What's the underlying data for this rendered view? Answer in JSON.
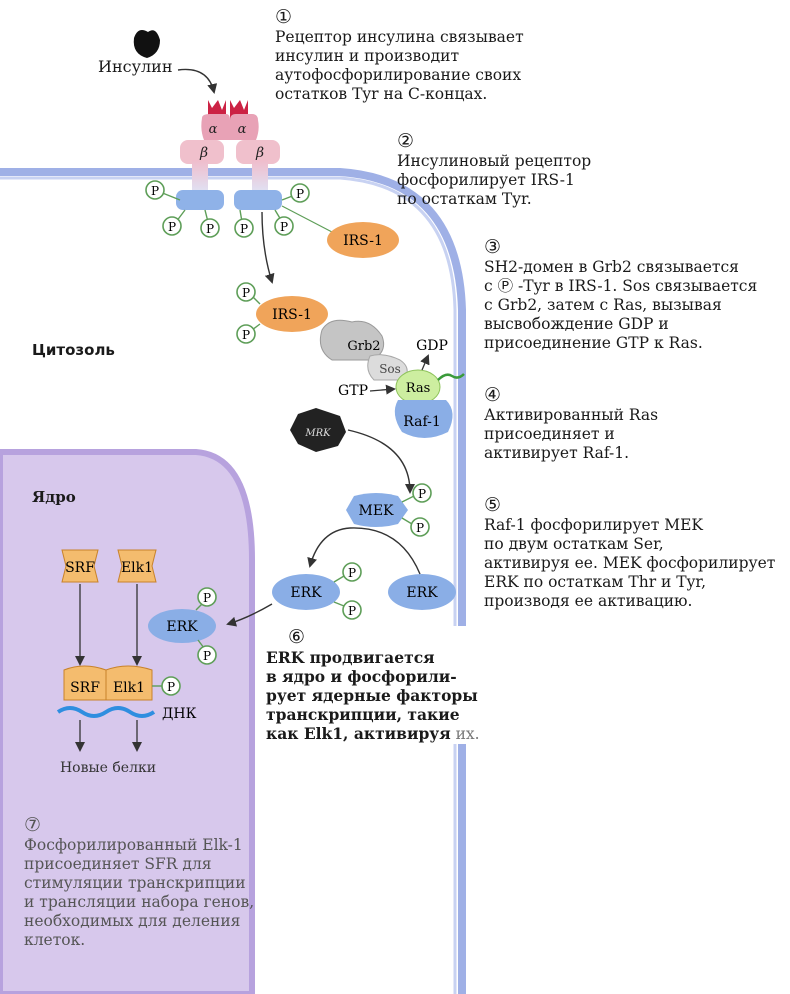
{
  "colors": {
    "cytosol_membrane": "#9fb0e6",
    "nucleus_fill": "#d7c8ec",
    "nucleus_membrane": "#b7a2de",
    "receptor_alpha": "#e8a2b6",
    "receptor_beta": "#f0c0cc",
    "receptor_domain": "#8fb2e8",
    "irs1": "#f0a45a",
    "grb2": "#c5c5c5",
    "sos": "#dcdcdc",
    "ras": "#cdeea0",
    "kinase_blue": "#8aaee6",
    "phosphate_fill": "#ffffff",
    "phosphate_stroke": "#5e9e58",
    "transcription_factor": "#f4bc6e",
    "dna": "#2f8ee0",
    "insulin": "#111111",
    "hormone_tag": "#222222"
  },
  "labels": {
    "insulin": "Инсулин",
    "alpha": "α",
    "beta": "β",
    "phosphate": "P",
    "irs1": "IRS-1",
    "grb2": "Grb2",
    "sos": "Sos",
    "ras": "Ras",
    "gdp": "GDP",
    "gtp": "GTP",
    "raf1": "Raf-1",
    "mek": "MEK",
    "erk": "ERK",
    "srf": "SRF",
    "elk1": "Elk1",
    "dna": "ДНК",
    "new_proteins": "Новые белки",
    "cytosol": "Цитозоль",
    "nucleus": "Ядро",
    "hormone_tag": "MRK"
  },
  "steps": [
    {
      "number": "①",
      "text": "Рецептор инсулина связывает\nинсулин и производит\nаутофосфорилирование своих\nостатков Tyr на С-концах."
    },
    {
      "number": "②",
      "text": "Инсулиновый рецептор\nфосфорилирует IRS-1\nпо остаткам Tyr."
    },
    {
      "number": "③",
      "text": "SH2-домен в Grb2 связывается\nс Ⓟ -Tyr в IRS-1. Sos связывается\nс Grb2, затем с Ras, вызывая\nвысвобождение GDP и\nприсоединение GTP к Ras."
    },
    {
      "number": "④",
      "text": "Активированный Ras\nприсоединяет и\nактивирует Raf-1."
    },
    {
      "number": "⑤",
      "text": "Raf-1 фосфорилирует MEK\nпо двум остаткам Ser,\nактивируя ее. MEK фосфорилирует\nERK по остаткам Thr и Tyr,\nпроизводя ее активацию."
    },
    {
      "number": "⑥",
      "text": "ERK продвигается\nв ядро и фосфорили-\nрует ядерные факторы\nтранскрипции, такие\nкак Elk1, активируя",
      "tail": " их."
    },
    {
      "number": "⑦",
      "text": "Фосфорилированный Elk-1\nприсоединяет SFR для\nстимуляции транскрипции\nи трансляции набора генов,\nнеобходимых для деления\nклеток."
    }
  ]
}
